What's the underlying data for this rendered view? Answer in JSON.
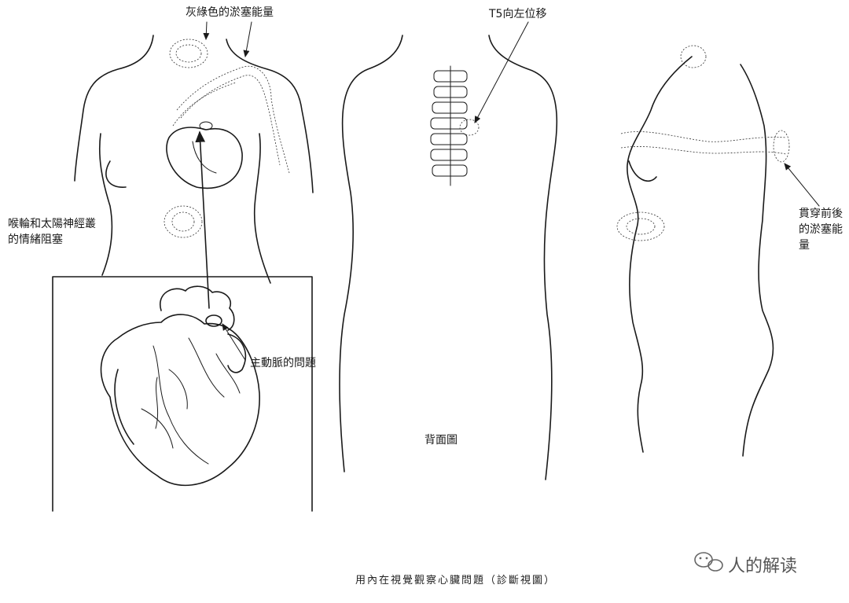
{
  "labels": {
    "grey_green_energy": "灰綠色的淤塞能量",
    "t5_shift": "T5向左位移",
    "throat_solar_block": "喉輪和太陽神經叢的情緒阻塞",
    "aorta_problem": "主動脈的問題",
    "back_view": "背面圖",
    "through_energy": "貫穿前後的淤塞能量"
  },
  "caption": "用內在視覺觀察心臟問題（診斷視圖）",
  "watermark": {
    "text": "人的解读",
    "icon": "wechat-icon"
  }
}
